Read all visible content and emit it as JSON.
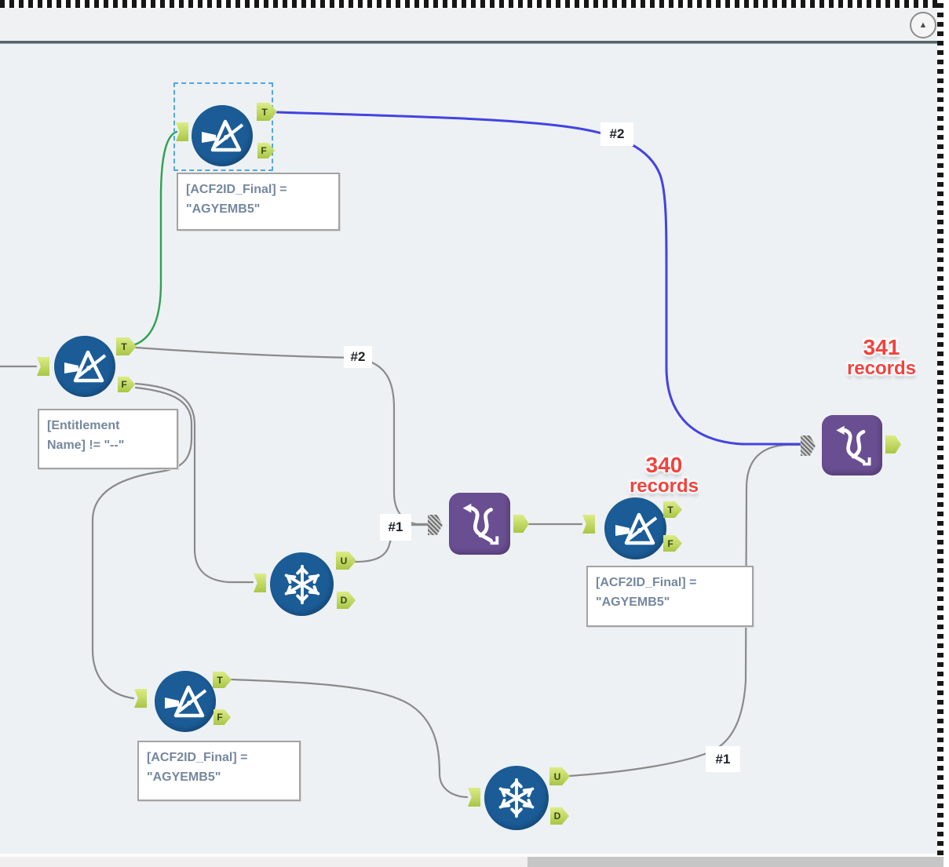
{
  "chrome": {
    "collapse_icon_glyph": "▲"
  },
  "anchors": {
    "true": "T",
    "false": "F",
    "unique": "U",
    "dupe": "D"
  },
  "annotations": {
    "filter_top": {
      "line1": "[ACF2ID_Final] =",
      "line2": "\"AGYEMB5\""
    },
    "filter_left": {
      "line1": "[Entitlement",
      "line2": "Name] != \"--\""
    },
    "filter_mid": {
      "line1": "[ACF2ID_Final] =",
      "line2": "\"AGYEMB5\""
    },
    "filter_bottom": {
      "line1": "[ACF2ID_Final] =",
      "line2": "\"AGYEMB5\""
    }
  },
  "connection_labels": {
    "top_blue": "#2",
    "mid_input2": "#2",
    "mid_input1": "#1",
    "right_input1": "#1"
  },
  "record_counts": {
    "mid": {
      "value": "340",
      "unit": "records"
    },
    "right": {
      "value": "341",
      "unit": "records"
    }
  },
  "icons": {
    "filter": "filter-funnel-icon",
    "unique": "snowflake-icon",
    "union": "dna-union-icon",
    "collapse": "collapse-up-icon"
  },
  "colors": {
    "wire_gray": "#8a8a8a",
    "wire_green": "#2fa152",
    "wire_selected": "#4343e2",
    "tool_blue": "#1b5c97",
    "tool_purple": "#6a4e92",
    "anchor_green": "#bcd45c",
    "annotation_text": "#75879f",
    "record_red": "#f2423e",
    "selection_dash": "#53a7dd"
  }
}
